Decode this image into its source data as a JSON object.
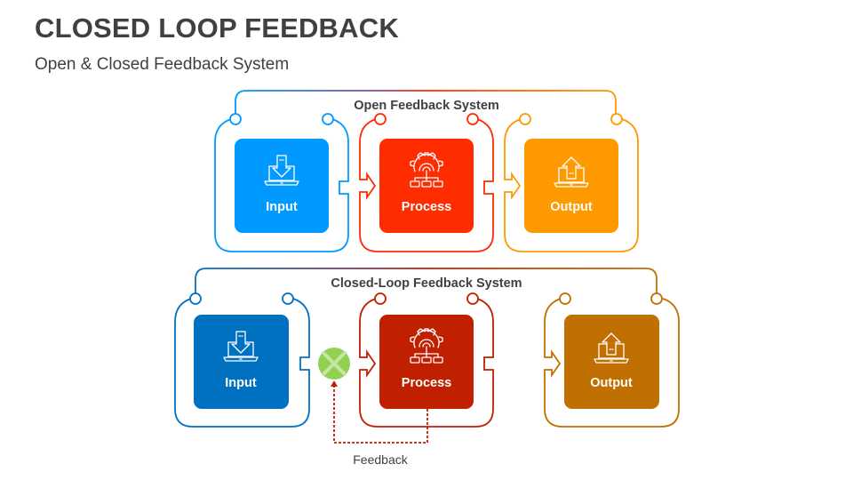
{
  "title": "CLOSED LOOP FEEDBACK",
  "subtitle": "Open & Closed Feedback System",
  "colors": {
    "text": "#404040",
    "open_input": "#0099FF",
    "open_process": "#FF2C00",
    "open_output": "#FF9900",
    "closed_input": "#0070C0",
    "closed_process": "#C01F00",
    "closed_output": "#C07000",
    "summing_junction": "#92D050"
  },
  "open_system": {
    "heading": "Open Feedback System",
    "stages": [
      {
        "label": "Input",
        "icon": "laptop-download-icon"
      },
      {
        "label": "Process",
        "icon": "gear-network-icon"
      },
      {
        "label": "Output",
        "icon": "laptop-upload-icon"
      }
    ]
  },
  "closed_system": {
    "heading": "Closed-Loop Feedback System",
    "stages": [
      {
        "label": "Input",
        "icon": "laptop-download-icon"
      },
      {
        "label": "Process",
        "icon": "gear-network-icon"
      },
      {
        "label": "Output",
        "icon": "laptop-upload-icon"
      }
    ],
    "junction_icon": "summing-junction-icon",
    "feedback_label": "Feedback"
  }
}
